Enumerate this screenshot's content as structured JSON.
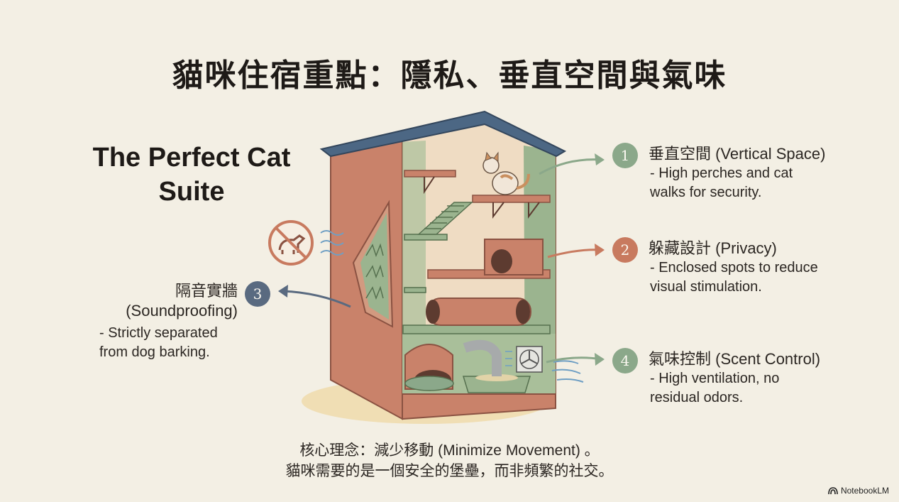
{
  "title": "貓咪住宿重點：隱私、垂直空間與氣味",
  "subtitle": "The Perfect Cat Suite",
  "features": [
    {
      "number": "1",
      "title": "垂直空間 (Vertical Space)",
      "desc": "- High perches and cat walks for security.",
      "color": "#8ba88a"
    },
    {
      "number": "2",
      "title": "躲藏設計 (Privacy)",
      "desc": "- Enclosed spots to reduce visual stimulation.",
      "color": "#c87a5f"
    },
    {
      "number": "3",
      "title_zh": "隔音實牆",
      "title_en": "(Soundproofing)",
      "desc": "- Strictly separated from dog barking.",
      "color": "#596a80"
    },
    {
      "number": "4",
      "title": "氣味控制 (Scent Control)",
      "desc": "- High ventilation, no residual odors.",
      "color": "#8ba88a"
    }
  ],
  "bottom": {
    "line1": "核心理念：減少移動 (Minimize Movement) 。",
    "line2": "貓咪需要的是一個安全的堡壘，而非頻繁的社交。"
  },
  "brand": "NotebookLM",
  "icons": [
    "no-dog-icon",
    "sound-wave-icon",
    "cat-illustration",
    "cat-house-illustration",
    "ventilation-fan-icon",
    "litter-box-icon",
    "notebooklm-logo-icon"
  ]
}
